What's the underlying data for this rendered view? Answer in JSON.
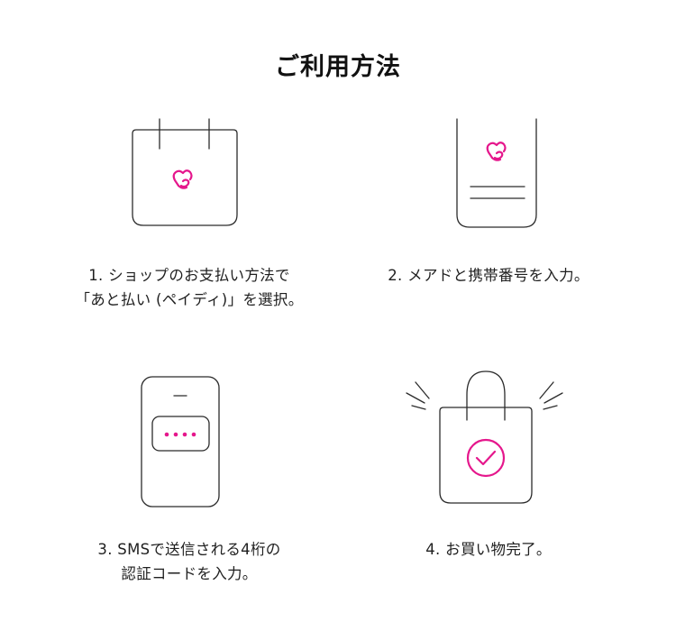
{
  "page": {
    "title": "ご利用方法"
  },
  "colors": {
    "accent": "#e5178c",
    "stroke": "#2b2b2b",
    "text": "#1f1f1f"
  },
  "steps": [
    {
      "line1": "1. ショップのお支払い方法で",
      "line2": "「あと払い (ペイディ)」を選択。",
      "icon": "shopping-bag-paidy-icon"
    },
    {
      "line1": "2. メアドと携帯番号を入力。",
      "line2": "",
      "icon": "phone-form-icon"
    },
    {
      "line1": "3. SMSで送信される4桁の",
      "line2": "認証コードを入力。",
      "icon": "phone-code-icon"
    },
    {
      "line1": "4. お買い物完了。",
      "line2": "",
      "icon": "bag-checkmark-icon"
    }
  ]
}
